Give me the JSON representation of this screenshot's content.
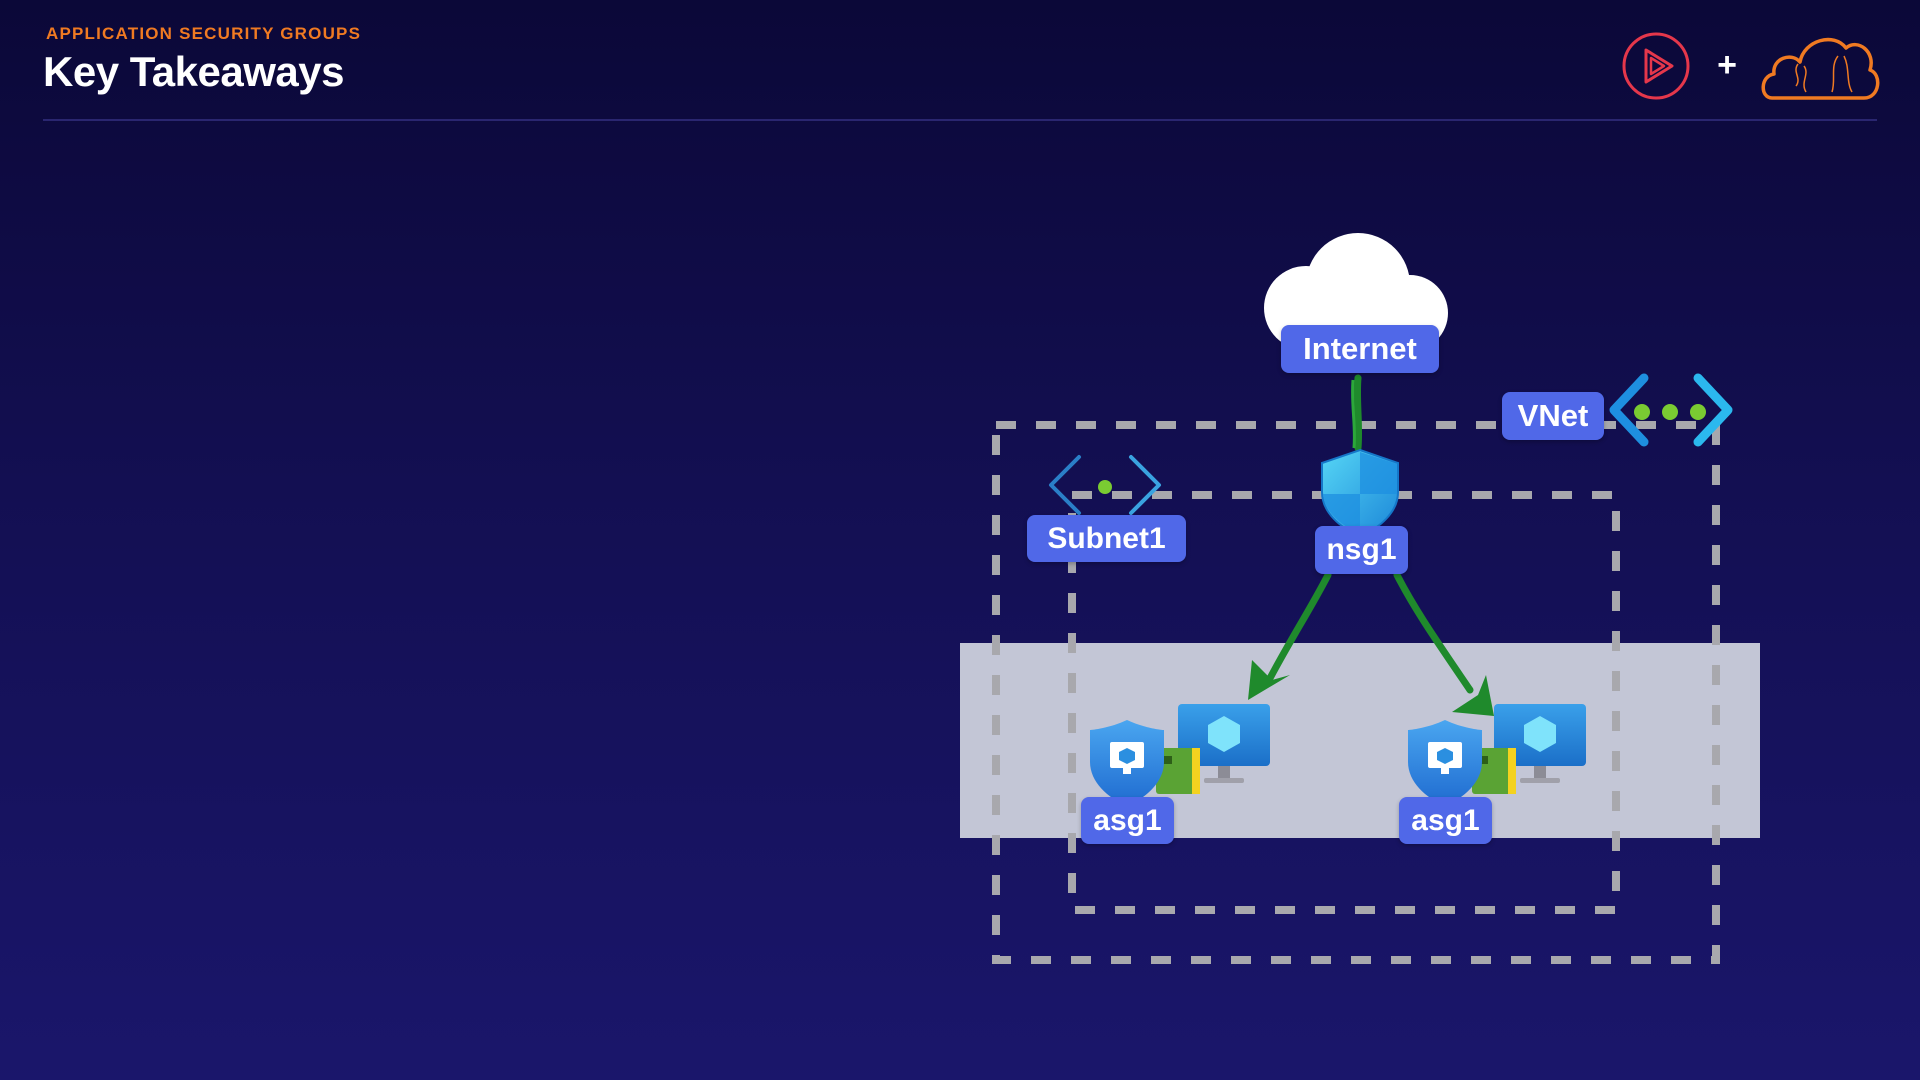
{
  "header": {
    "eyebrow": "APPLICATION SECURITY GROUPS",
    "title": "Key Takeaways"
  },
  "branding": {
    "plus": "+",
    "play_logo_icon": "play-circle-icon",
    "cloud_logo_icon": "cloud-icon"
  },
  "diagram": {
    "internet_label": "Internet",
    "vnet_label": "VNet",
    "subnet_label": "Subnet1",
    "nsg_label": "nsg1",
    "asg_left_label": "asg1",
    "asg_right_label": "asg1",
    "colors": {
      "label_bg": "#5068e8",
      "arrow": "#1f8a2c",
      "dashed_border": "#a8a8ad",
      "vm_band": "#c3c6d6",
      "accent_orange": "#f07a22",
      "accent_red": "#e5374b"
    }
  }
}
